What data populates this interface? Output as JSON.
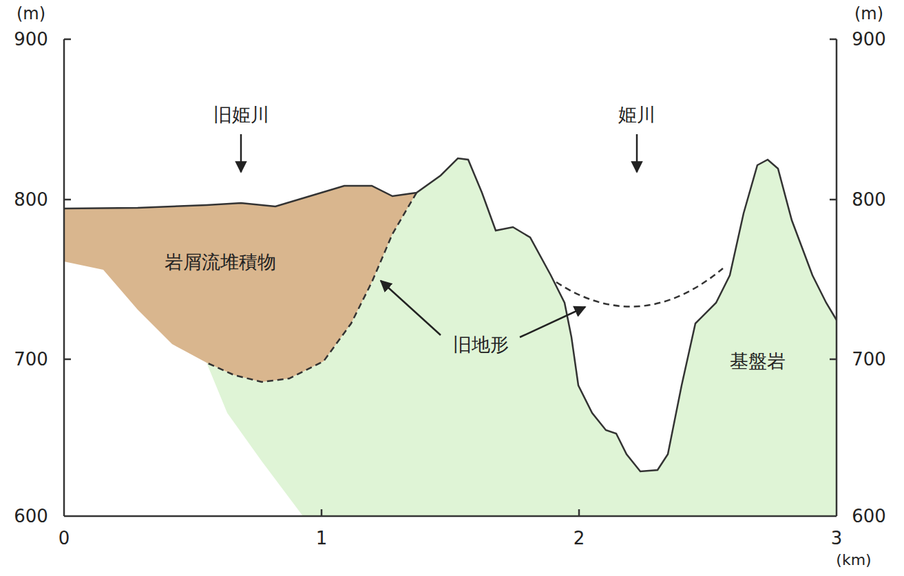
{
  "diagram": {
    "labels": [
      "(m)",
      "900",
      "800",
      "700",
      "600",
      "(m)",
      "900",
      "800",
      "700",
      "600",
      "0",
      "1",
      "2",
      "3",
      "(km)",
      "旧姫川",
      "姫川",
      "岩屑流堆積物",
      "旧地形",
      "基盤岩"
    ]
  }
}
